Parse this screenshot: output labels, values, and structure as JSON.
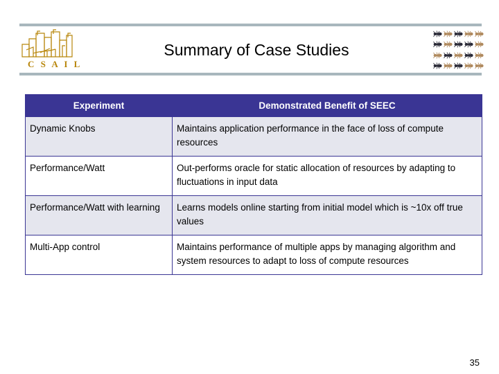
{
  "slide": {
    "title": "Summary of Case Studies",
    "page_number": "35",
    "rule_color": "#a8b7bd",
    "logo": {
      "name": "CSAIL",
      "wordmark": "C S A I L",
      "color": "#b8860b"
    },
    "ants": {
      "rows": 4,
      "columns": 5,
      "dark_color": "#2b2b38",
      "light_color": "#b08a5e"
    }
  },
  "table": {
    "header_bg": "#3a3594",
    "header_text_color": "#ffffff",
    "alt_row_bg": "#e5e6ee",
    "plain_row_bg": "#ffffff",
    "border_color": "#3a3594",
    "columns": [
      "Experiment",
      "Demonstrated Benefit of SEEC"
    ],
    "rows": [
      {
        "experiment": "Dynamic Knobs",
        "benefit": "Maintains application performance in the face of loss of compute resources"
      },
      {
        "experiment": "Performance/Watt",
        "benefit": "Out-performs oracle for static allocation of resources by adapting to fluctuations in input data"
      },
      {
        "experiment": "Performance/Watt with learning",
        "benefit": "Learns models online starting from initial model which is ~10x off true values"
      },
      {
        "experiment": "Multi-App control",
        "benefit": "Maintains performance of multiple apps by managing algorithm and system resources to adapt to loss of compute resources"
      }
    ]
  }
}
